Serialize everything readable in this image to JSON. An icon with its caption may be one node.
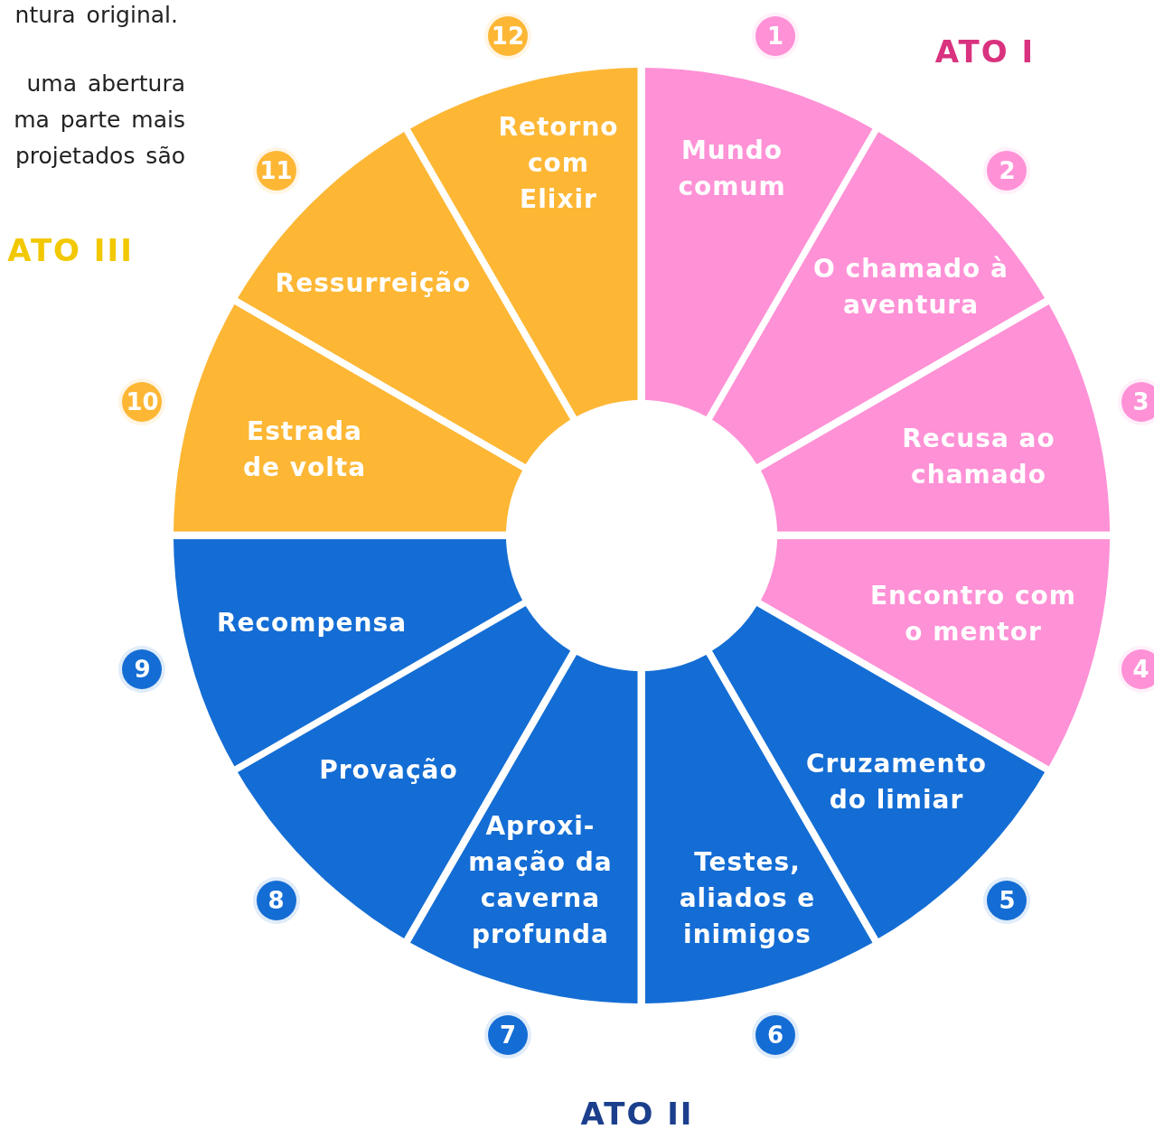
{
  "diagram": {
    "nodes": [
      {
        "text": [
          "Mundo comum"
        ],
        "beside": [
          "1"
        ]
      },
      {
        "text": [
          "O chamado à aventura"
        ],
        "beside": [
          "2"
        ]
      },
      {
        "text": [
          "Recusa ao chamado"
        ],
        "beside": [
          "3"
        ]
      },
      {
        "text": [
          "Encontro com o mentor"
        ],
        "beside": [
          "4"
        ]
      },
      {
        "text": [
          "Cruzamento do limiar"
        ],
        "beside": [
          "5"
        ]
      },
      {
        "text": [
          "Testes, aliados e inimigos"
        ],
        "beside": [
          "6"
        ]
      },
      {
        "text": [
          "Aproxi- mação da caverna profunda"
        ],
        "beside": [
          "7"
        ]
      },
      {
        "text": [
          "Provação"
        ],
        "beside": [
          "8"
        ]
      },
      {
        "text": [
          "Recompensa"
        ],
        "beside": [
          "9"
        ]
      },
      {
        "text": [
          "Estrada de volta"
        ],
        "beside": [
          "10"
        ]
      },
      {
        "text": [
          "Ressurreição"
        ],
        "beside": [
          "11"
        ]
      },
      {
        "text": [
          "Retorno com Elixir"
        ],
        "beside": [
          "12"
        ]
      }
    ],
    "labels": [
      "ntura original.",
      "uma abertura ma parte mais projetados são",
      "ATO I",
      "ATO III",
      "ATO II"
    ]
  }
}
